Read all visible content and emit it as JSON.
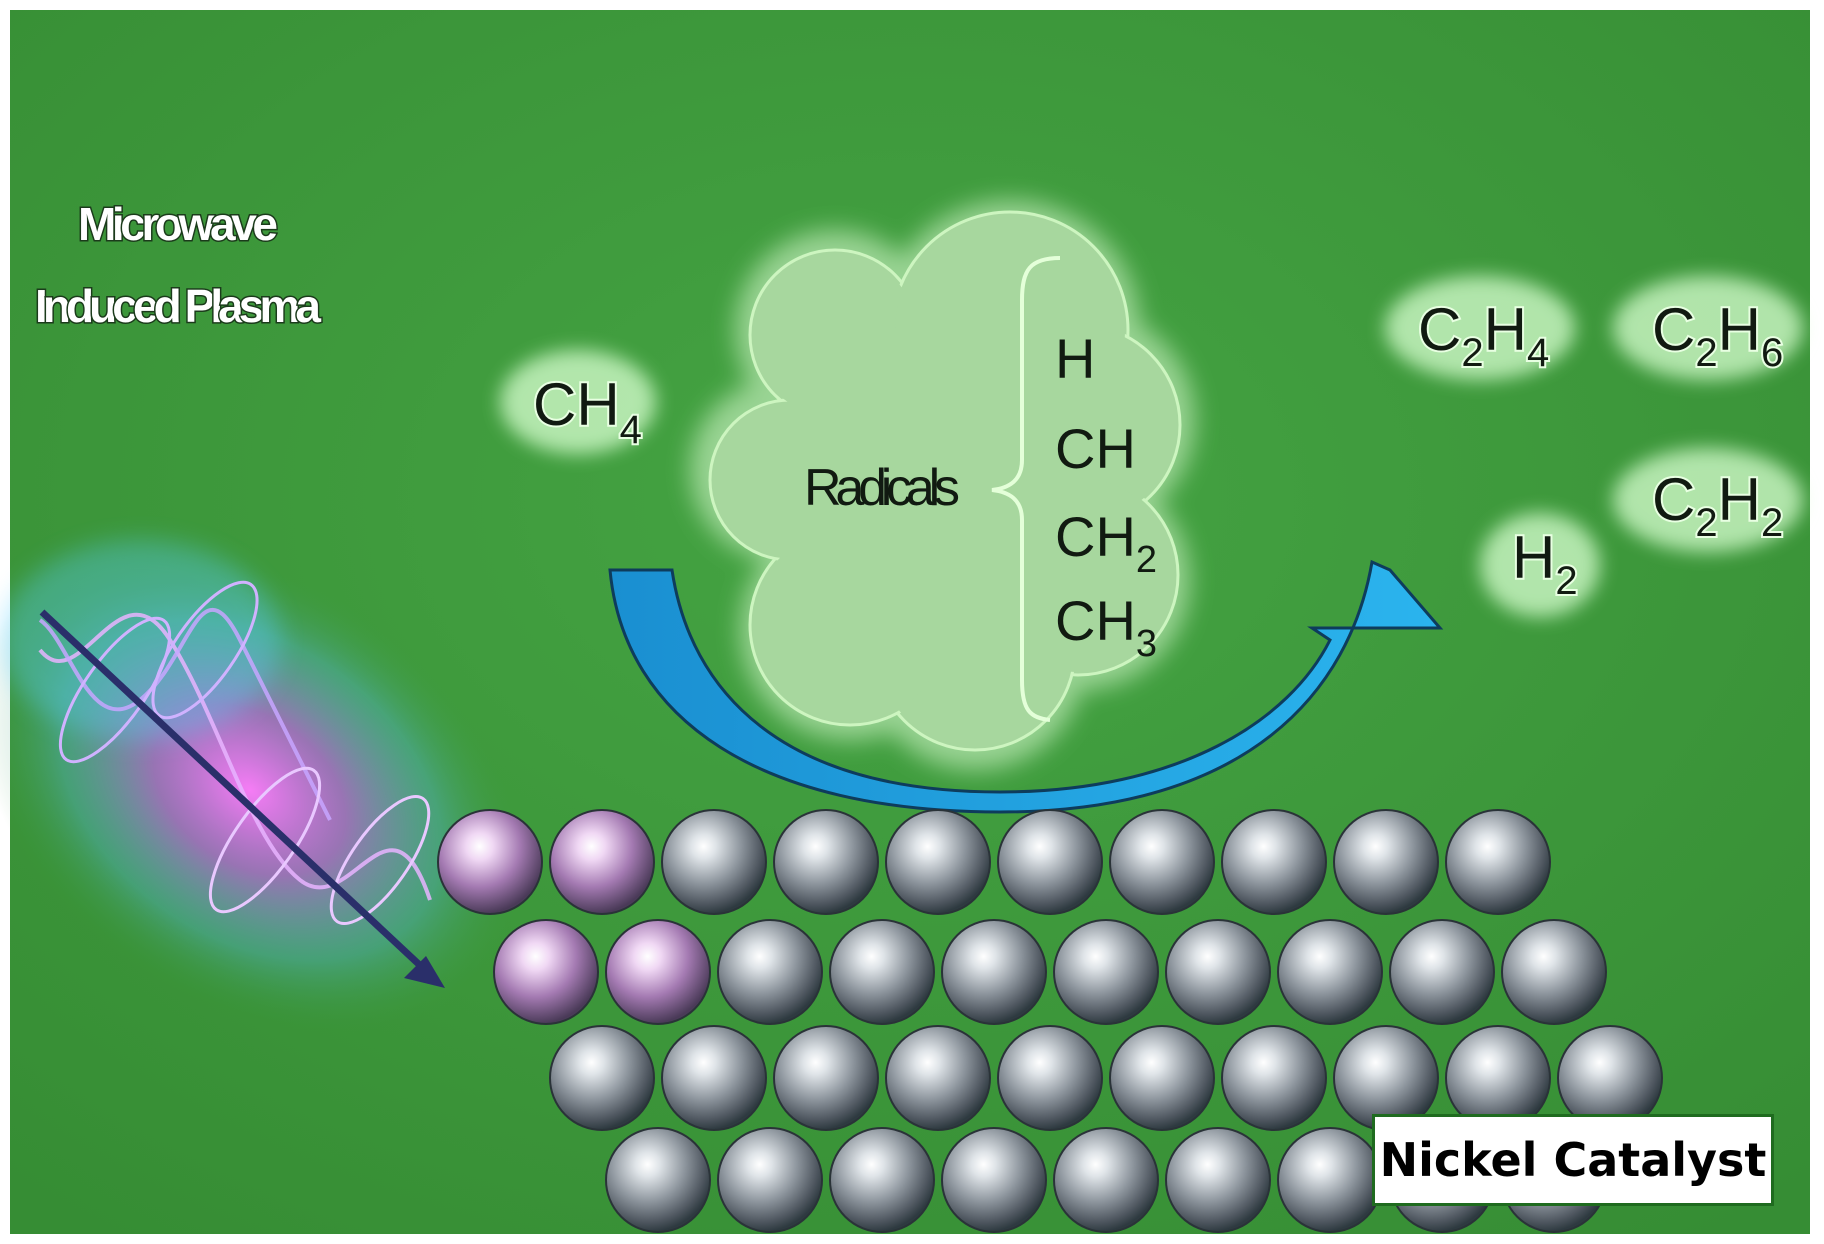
{
  "colors": {
    "background": "#3e9a3c",
    "cloud_fill": "#a8d8a0",
    "arrow": "#1ba2e0",
    "sphere": "#9aa4ac",
    "wave_glow": "#ff66ff",
    "badge_border": "#1f6b1f"
  },
  "plasma": {
    "label_line1": "Microwave",
    "label_line2": "Induced Plasma"
  },
  "reactant": {
    "base": "CH",
    "sub": "4"
  },
  "radicals": {
    "label": "Radicals",
    "species": [
      {
        "base": "H",
        "sub": ""
      },
      {
        "base": "CH",
        "sub": ""
      },
      {
        "base": "CH",
        "sub": "2"
      },
      {
        "base": "CH",
        "sub": "3"
      }
    ]
  },
  "products": {
    "c2h4": {
      "a": "C",
      "a_sub": "2",
      "b": "H",
      "b_sub": "4"
    },
    "c2h6": {
      "a": "C",
      "a_sub": "2",
      "b": "H",
      "b_sub": "6"
    },
    "c2h2": {
      "a": "C",
      "a_sub": "2",
      "b": "H",
      "b_sub": "2"
    },
    "h2": {
      "a": "H",
      "a_sub": "2"
    }
  },
  "catalyst": {
    "label": "Nickel Catalyst"
  }
}
